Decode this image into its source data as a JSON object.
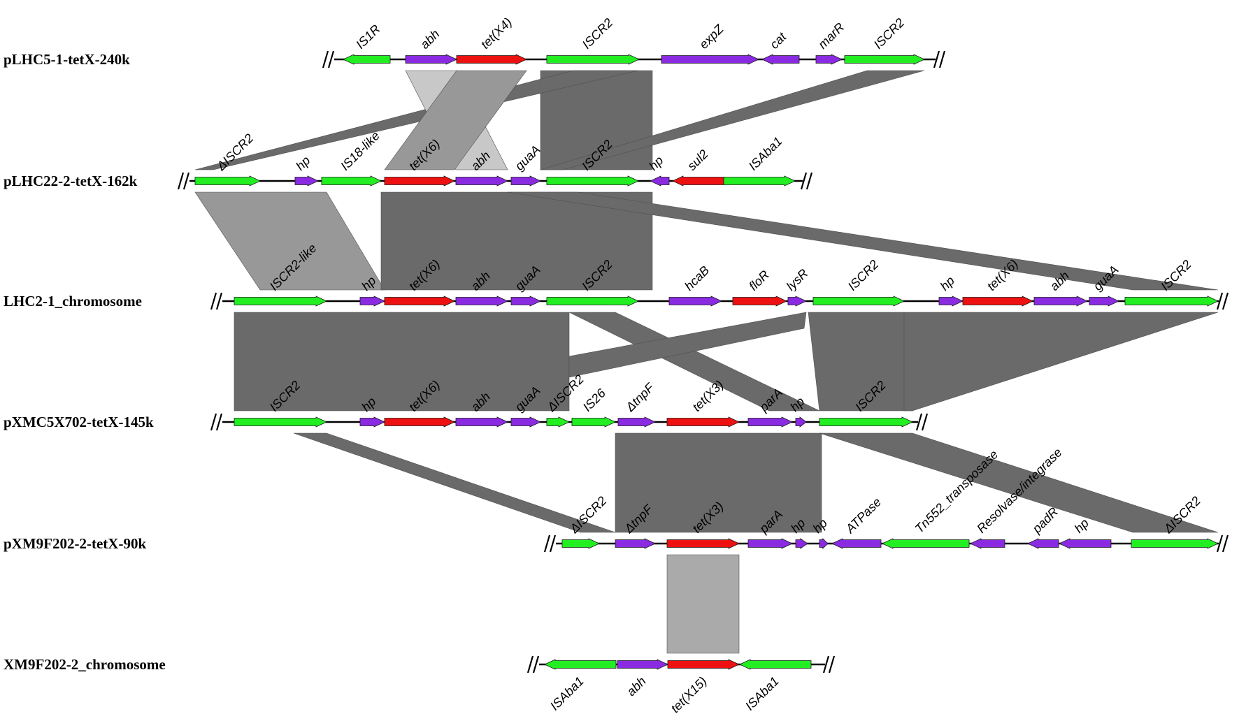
{
  "colors": {
    "green": "#22ee22",
    "purple": "#8a2be2",
    "red": "#ee1111",
    "shade_dark": "#6a6a6a",
    "shade_mid": "#989898",
    "shade_light": "#c8c8c8",
    "shade_gray": "#aaaaaa"
  },
  "tracks": [
    {
      "name": "pLHC5-1-tetX-240k",
      "genes": [
        {
          "label": "IS1R",
          "color": "green",
          "dir": -1
        },
        {
          "label": "abh",
          "color": "purple",
          "dir": 1
        },
        {
          "label": "tet(X4)",
          "color": "red",
          "dir": 1
        },
        {
          "label": "ISCR2",
          "color": "green",
          "dir": 1
        },
        {
          "label": "expZ",
          "color": "purple",
          "dir": 1
        },
        {
          "label": "cat",
          "color": "purple",
          "dir": -1
        },
        {
          "label": "marR",
          "color": "purple",
          "dir": 1
        },
        {
          "label": "ISCR2",
          "color": "green",
          "dir": 1
        }
      ]
    },
    {
      "name": "pLHC22-2-tetX-162k",
      "genes": [
        {
          "label": "ΔISCR2",
          "color": "green",
          "dir": 1
        },
        {
          "label": "hp",
          "color": "purple",
          "dir": 1
        },
        {
          "label": "IS18-like",
          "color": "green",
          "dir": 1
        },
        {
          "label": "tet(X6)",
          "color": "red",
          "dir": 1
        },
        {
          "label": "abh",
          "color": "purple",
          "dir": 1
        },
        {
          "label": "guaA",
          "color": "purple",
          "dir": 1
        },
        {
          "label": "ISCR2",
          "color": "green",
          "dir": 1
        },
        {
          "label": "hp",
          "color": "purple",
          "dir": -1
        },
        {
          "label": "sul2",
          "color": "red",
          "dir": -1
        },
        {
          "label": "ISAba1",
          "color": "green",
          "dir": 1
        }
      ]
    },
    {
      "name": "LHC2-1_chromosome",
      "genes": [
        {
          "label": "ISCR2-like",
          "color": "green",
          "dir": 1
        },
        {
          "label": "hp",
          "color": "purple",
          "dir": 1
        },
        {
          "label": "tet(X6)",
          "color": "red",
          "dir": 1
        },
        {
          "label": "abh",
          "color": "purple",
          "dir": 1
        },
        {
          "label": "guaA",
          "color": "purple",
          "dir": 1
        },
        {
          "label": "ISCR2",
          "color": "green",
          "dir": 1
        },
        {
          "label": "hcaB",
          "color": "purple",
          "dir": 1
        },
        {
          "label": "floR",
          "color": "red",
          "dir": 1
        },
        {
          "label": "lysR",
          "color": "purple",
          "dir": 1
        },
        {
          "label": "ISCR2",
          "color": "green",
          "dir": 1
        },
        {
          "label": "hp",
          "color": "purple",
          "dir": 1
        },
        {
          "label": "tet(X6)",
          "color": "red",
          "dir": 1
        },
        {
          "label": "abh",
          "color": "purple",
          "dir": 1
        },
        {
          "label": "guaA",
          "color": "purple",
          "dir": 1
        },
        {
          "label": "ISCR2",
          "color": "green",
          "dir": 1
        }
      ]
    },
    {
      "name": "pXMC5X702-tetX-145k",
      "genes": [
        {
          "label": "ISCR2",
          "color": "green",
          "dir": 1
        },
        {
          "label": "hp",
          "color": "purple",
          "dir": 1
        },
        {
          "label": "tet(X6)",
          "color": "red",
          "dir": 1
        },
        {
          "label": "abh",
          "color": "purple",
          "dir": 1
        },
        {
          "label": "guaA",
          "color": "purple",
          "dir": 1
        },
        {
          "label": "ΔISCR2",
          "color": "green",
          "dir": 1
        },
        {
          "label": "IS26",
          "color": "green",
          "dir": 1
        },
        {
          "label": "ΔtnpF",
          "color": "purple",
          "dir": 1
        },
        {
          "label": "tet(X3)",
          "color": "red",
          "dir": 1
        },
        {
          "label": "parA",
          "color": "purple",
          "dir": 1
        },
        {
          "label": "hp",
          "color": "purple",
          "dir": 1
        },
        {
          "label": "ISCR2",
          "color": "green",
          "dir": 1
        }
      ]
    },
    {
      "name": "pXM9F202-2-tetX-90k",
      "genes": [
        {
          "label": "ΔISCR2",
          "color": "green",
          "dir": 1
        },
        {
          "label": "ΔtnpF",
          "color": "purple",
          "dir": 1
        },
        {
          "label": "tet(X3)",
          "color": "red",
          "dir": 1
        },
        {
          "label": "parA",
          "color": "purple",
          "dir": 1
        },
        {
          "label": "hp",
          "color": "purple",
          "dir": 1
        },
        {
          "label": "hp",
          "color": "purple",
          "dir": 1
        },
        {
          "label": "ATPase",
          "color": "purple",
          "dir": -1
        },
        {
          "label": "Tn552_transposase",
          "color": "green",
          "dir": -1
        },
        {
          "label": "Resolvase/integrase",
          "color": "purple",
          "dir": -1
        },
        {
          "label": "padR",
          "color": "purple",
          "dir": -1
        },
        {
          "label": "hp",
          "color": "purple",
          "dir": -1
        },
        {
          "label": "ΔISCR2",
          "color": "green",
          "dir": 1
        }
      ]
    },
    {
      "name": "XM9F202-2_chromosome",
      "genes": [
        {
          "label": "ISAba1",
          "color": "green",
          "dir": -1
        },
        {
          "label": "abh",
          "color": "purple",
          "dir": 1
        },
        {
          "label": "tet(X15)",
          "color": "red",
          "dir": 1
        },
        {
          "label": "ISAba1",
          "color": "green",
          "dir": -1
        }
      ]
    }
  ]
}
